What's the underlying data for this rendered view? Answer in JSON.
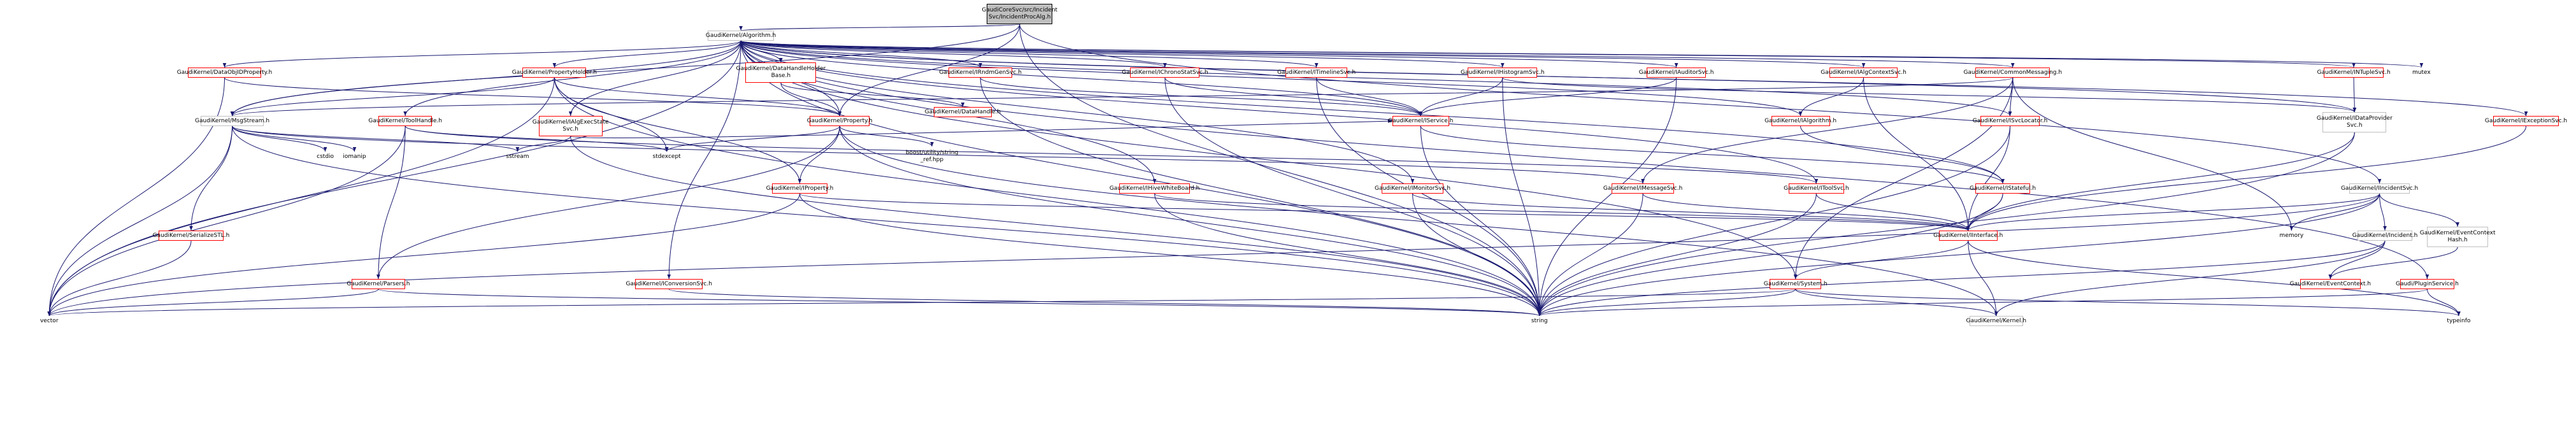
{
  "diagram": {
    "colors": {
      "edge": "#191970",
      "red_border": "#ff0000",
      "gray_border": "#bfbfbf",
      "root_fill": "#bfbfbf"
    },
    "nodes": {
      "root": "GaudiCoreSvc/src/Incident\nSvc/IncidentProcAlg.h",
      "algorithm": "GaudiKernel/Algorithm.h",
      "msgstream": "GaudiKernel/MsgStream.h",
      "dataobjid": "GaudiKernel/DataObjIDProperty.h",
      "propholder": "GaudiKernel/PropertyHolder.h",
      "datahandleholder": "GaudiKernel/DataHandleHolder\nBase.h",
      "rndmgen": "GaudiKernel/IRndmGenSvc.h",
      "chronostat": "GaudiKernel/IChronoStatSvc.h",
      "timeline": "GaudiKernel/ITimelineSvc.h",
      "histogram": "GaudiKernel/IHistogramSvc.h",
      "auditor": "GaudiKernel/IAuditorSvc.h",
      "algcontext": "GaudiKernel/IAlgContextSvc.h",
      "commonmsg": "GaudiKernel/CommonMessaging.h",
      "ntuple": "GaudiKernel/INTupleSvc.h",
      "mutex": "mutex",
      "toolhandle": "GaudiKernel/ToolHandle.h",
      "algexec": "GaudiKernel/IAlgExecState\nSvc.h",
      "property": "GaudiKernel/Property.h",
      "datahandle": "GaudiKernel/DataHandle.h",
      "iservice": "GaudiKernel/IService.h",
      "ialgorithm": "GaudiKernel/IAlgorithm.h",
      "isvclocator": "GaudiKernel/ISvcLocator.h",
      "idataprovider": "GaudiKernel/IDataProvider\nSvc.h",
      "iexception": "GaudiKernel/IExceptionSvc.h",
      "cstdio": "cstdio",
      "iomanip": "iomanip",
      "sstream": "sstream",
      "stdexcept": "stdexcept",
      "boost": "boost/utility/string\n_ref.hpp",
      "iproperty": "GaudiKernel/IProperty.h",
      "hiveboard": "GaudiKernel/IHiveWhiteBoard.h",
      "imonitor": "GaudiKernel/IMonitorSvc.h",
      "imessage": "GaudiKernel/IMessageSvc.h",
      "itool": "GaudiKernel/IToolSvc.h",
      "istateful": "GaudiKernel/IStateful.h",
      "iincident": "GaudiKernel/IIncidentSvc.h",
      "serialize": "GaudiKernel/SerializeSTL.h",
      "iinterface": "GaudiKernel/IInterface.h",
      "memory": "memory",
      "incident": "GaudiKernel/Incident.h",
      "eventctxhash": "GaudiKernel/EventContext\nHash.h",
      "parsers": "GaudiKernel/Parsers.h",
      "iconversion": "GaudiKernel/IConversionSvc.h",
      "system": "GaudiKernel/System.h",
      "eventctx": "GaudiKernel/EventContext.h",
      "plugin": "Gaudi/PluginService.h",
      "vector": "vector",
      "string": "string",
      "kernel": "GaudiKernel/Kernel.h",
      "typeinfo": "typeinfo"
    }
  }
}
